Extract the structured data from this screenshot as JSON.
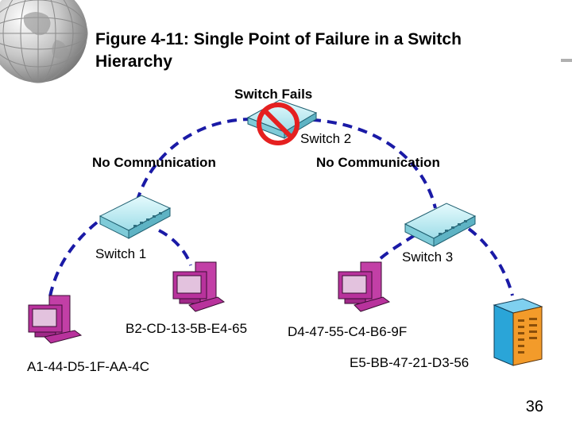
{
  "slide": {
    "title": "Figure 4-11: Single Point of Failure in a Switch Hierarchy",
    "page_number": "36"
  },
  "diagram": {
    "failure_label": "Switch Fails",
    "switches": [
      {
        "id": "switch-2",
        "label": "Switch 2"
      },
      {
        "id": "switch-1",
        "label": "Switch 1"
      },
      {
        "id": "switch-3",
        "label": "Switch 3"
      }
    ],
    "status_left": "No Communication",
    "status_right": "No Communication",
    "hosts": [
      {
        "id": "host-a1",
        "mac": "A1-44-D5-1F-AA-4C"
      },
      {
        "id": "host-b2",
        "mac": "B2-CD-13-5B-E4-65"
      },
      {
        "id": "host-d4",
        "mac": "D4-47-55-C4-B6-9F"
      },
      {
        "id": "server-e5",
        "mac": "E5-BB-47-21-D3-56"
      }
    ],
    "colors": {
      "link": "#1a1aa6",
      "switch": "#bfeef4",
      "pc": "#b8329c",
      "server": "#2aa5d8",
      "no_sign": "#e52020"
    }
  }
}
